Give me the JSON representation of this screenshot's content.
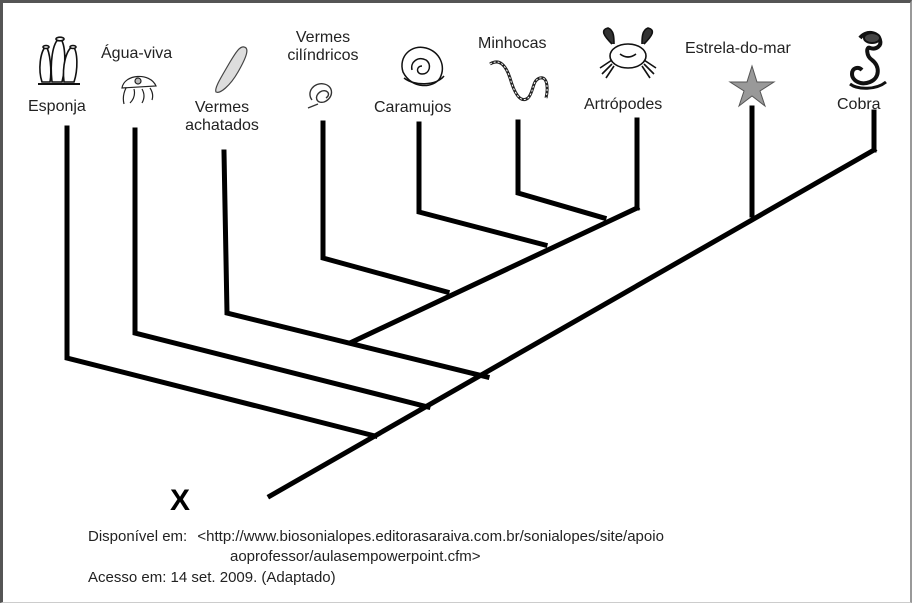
{
  "taxa": {
    "esponja": "Esponja",
    "agua_viva": "Água-viva",
    "vermes_achatados_line1": "Vermes",
    "vermes_achatados_line2": "achatados",
    "vermes_cilindricos_line1": "Vermes",
    "vermes_cilindricos_line2": "cilíndricos",
    "caramujos": "Caramujos",
    "minhocas": "Minhocas",
    "artropodes": "Artrópodes",
    "estrela_do_mar": "Estrela-do-mar",
    "cobra": "Cobra"
  },
  "root_label": "X",
  "source": {
    "line1_prefix": "Disponível em:",
    "line1_url": "<http://www.biosonialopes.editorasaraiva.com.br/sonialopes/site/apoio",
    "line2_url": "aoprofessor/aulasempowerpoint.cfm>",
    "line3": "Acesso em:  14 set. 2009. (Adaptado)"
  },
  "icons": [
    "sponge-icon",
    "jellyfish-icon",
    "flatworm-icon",
    "roundworm-icon",
    "snail-icon",
    "earthworm-icon",
    "crab-icon",
    "starfish-icon",
    "snake-icon"
  ]
}
